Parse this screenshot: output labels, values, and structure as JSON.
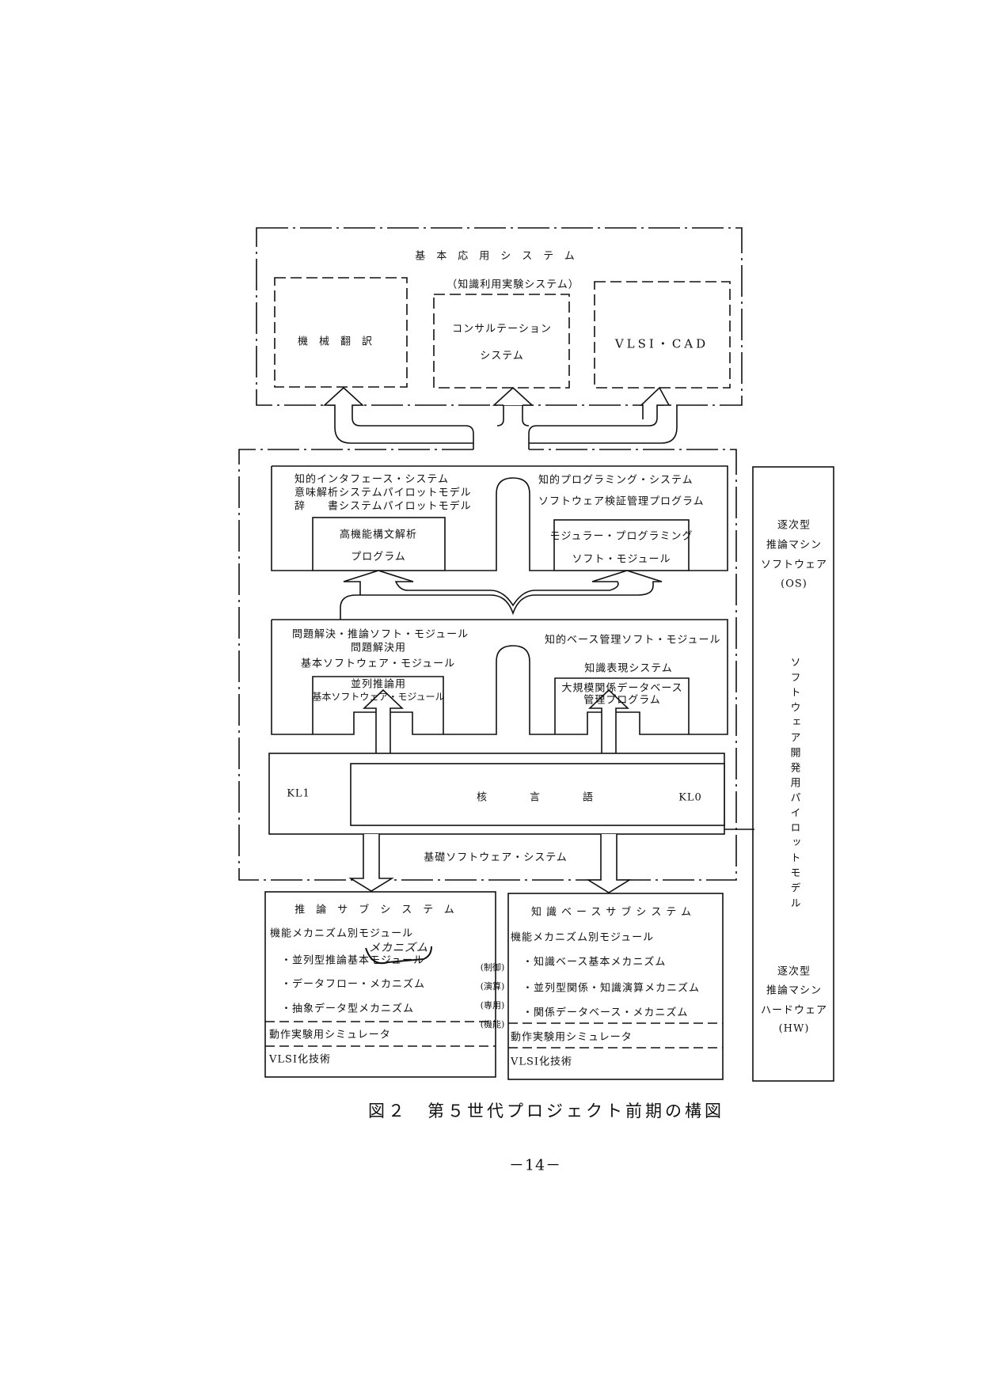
{
  "top": {
    "title": "基本応用システム",
    "subtitle": "（知識利用実験システム）",
    "boxes": [
      "機械翻訳",
      "コンサルテーション",
      "システム",
      "VLSI・CAD"
    ]
  },
  "upper": {
    "left_lines": [
      "知的インタフェース・システム",
      "意味解析システムパイロットモデル",
      "辞　　書システムパイロットモデル"
    ],
    "left_sub": [
      "高機能構文解析",
      "プログラム"
    ],
    "right_lines": [
      "知的プログラミング・システム",
      "ソフトウェア検証管理プログラム"
    ],
    "right_sub": [
      "モジュラー・プログラミング",
      "ソフト・モジュール"
    ]
  },
  "lower": {
    "left_lines": [
      "問題解決・推論ソフト・モジュール",
      "問題解決用",
      "基本ソフトウェア・モジュール"
    ],
    "left_sub": [
      "並列推論用",
      "基本ソフトウェア・モジュール"
    ],
    "right_lines": [
      "知的ベース管理ソフト・モジュール",
      "知識表現システム"
    ],
    "right_sub": [
      "大規模関係データベース",
      "管理プログラム"
    ]
  },
  "kernel": {
    "kl1": "KL1",
    "chars": [
      "核",
      "言",
      "語"
    ],
    "kl0": "KL0"
  },
  "base_label": "基礎ソフトウェア・システム",
  "side": {
    "os": [
      "逐次型",
      "推論マシン",
      "ソフトウェア",
      "(OS)"
    ],
    "vertical": "ソフトウェア開発用パイロットモデル",
    "hw": [
      "逐次型",
      "推論マシン",
      "ハードウェア",
      "(HW)"
    ]
  },
  "inference": {
    "title": "推論サブシステム",
    "heading": "機能メカニズム別モジュール",
    "items": [
      "・並列型推論基本モジュール",
      "・データフロー・メカニズム",
      "・抽象データ型メカニズム"
    ],
    "handwritten": "メカニズム",
    "sim": "動作実験用シミュレータ",
    "vlsi": "VLSI化技術"
  },
  "knowledge": {
    "title": "知識ベースサブシステム",
    "heading": "機能メカニズム別モジュール",
    "items": [
      "・知識ベース基本メカニズム",
      "・並列型関係・知識演算メカニズム",
      "・関係データベース・メカニズム"
    ],
    "sim": "動作実験用シミュレータ",
    "vlsi": "VLSI化技術"
  },
  "middle_labels": [
    "(制御)",
    "(演算)",
    "(専用)",
    "(機能)"
  ],
  "caption": "図２　第５世代プロジェクト前期の構図",
  "page_number": "－14－"
}
